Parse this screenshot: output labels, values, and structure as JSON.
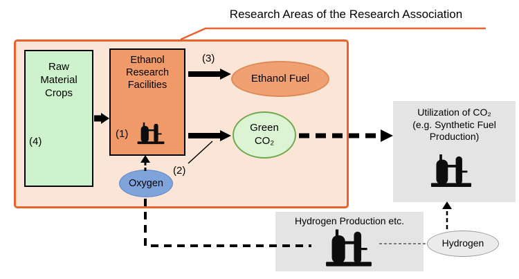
{
  "title": "Research Areas of the Research Association",
  "main_area": {
    "raw_material_crops": {
      "label": "Raw\nMaterial\nCrops",
      "marker": "(4)"
    },
    "ethanol_research_facilities": {
      "label": "Ethanol\nResearch\nFacilities",
      "marker": "(1)"
    },
    "ethanol_fuel": {
      "label": "Ethanol Fuel",
      "marker": "(3)"
    },
    "green_co2": {
      "label": "Green\nCO₂",
      "marker": "(2)"
    },
    "oxygen": {
      "label": "Oxygen"
    }
  },
  "right_area": {
    "co2_utilization": {
      "label": "Utilization of CO₂\n(e.g. Synthetic Fuel\nProduction)"
    }
  },
  "bottom_area": {
    "hydrogen_production": {
      "label": "Hydrogen Production etc."
    },
    "hydrogen": {
      "label": "Hydrogen"
    }
  },
  "icons": {
    "refinery": "refinery-plant-icon"
  },
  "colors": {
    "frame_accent": "#E8622D",
    "raw_crops_fill": "#CDF2CC",
    "facilities_fill": "#F09A6A",
    "ethanol_fuel_fill": "#F0A173",
    "green_co2_fill": "#DCF4D4",
    "green_co2_border": "#6FA84F",
    "oxygen_fill": "#7FA3DB",
    "grey_fill": "#E4E4E4"
  }
}
